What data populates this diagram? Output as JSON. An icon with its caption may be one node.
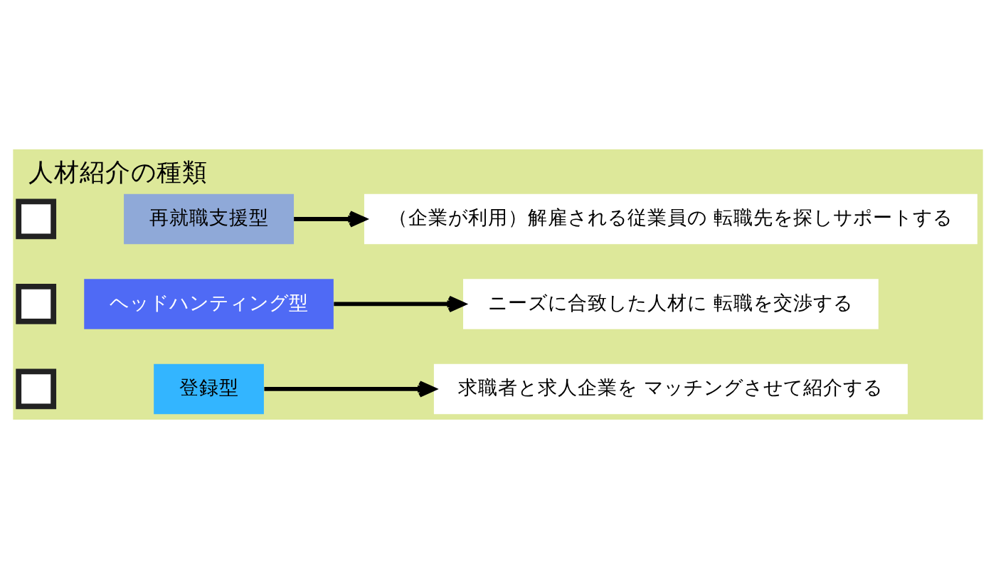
{
  "diagram": {
    "title": "人材紹介の種類",
    "nodes": [
      {
        "text": [],
        "shape": "box"
      },
      {
        "text": [
          "登録型"
        ]
      },
      {
        "text": [
          "求職者と求人企業を マッチングさせて紹介する"
        ]
      },
      {
        "text": [],
        "shape": "box"
      },
      {
        "text": [
          "ヘッドハンティング型"
        ]
      },
      {
        "text": [
          "ニーズに合致した人材に 転職を交渉する"
        ]
      },
      {
        "text": [],
        "shape": "box"
      },
      {
        "text": [
          "再就職支援型"
        ]
      },
      {
        "text": [
          "（企業が利用）解雇される従業員の 転職先を探しサポートする"
        ]
      }
    ],
    "edges": [
      {
        "from": 1,
        "to": 2,
        "arrow": "to"
      },
      {
        "from": 4,
        "to": 5,
        "arrow": "to"
      },
      {
        "from": 7,
        "to": 8,
        "arrow": "to"
      }
    ]
  }
}
